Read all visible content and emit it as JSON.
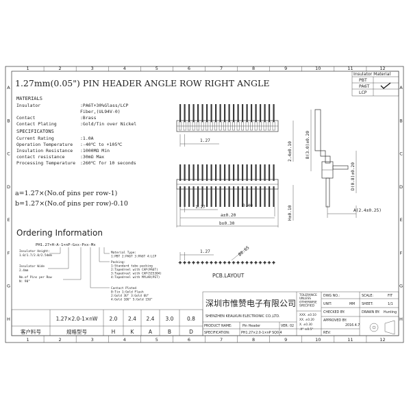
{
  "frame": {
    "col_numbers": [
      "1",
      "2",
      "3",
      "4",
      "5",
      "6",
      "7",
      "8",
      "9",
      "10",
      "11",
      "12"
    ],
    "row_letters": [
      "A",
      "B",
      "C",
      "D",
      "E",
      "F",
      "G",
      "H"
    ]
  },
  "title": "1.27mm(0.05\") PIN HEADER ANGLE ROW RIGHT ANGLE",
  "insulator_table": {
    "header": "Insulator Material",
    "rows": [
      "PBT",
      "PA6T",
      "LCP"
    ],
    "checked": "PA6T"
  },
  "materials": {
    "heading": "MATERIALS",
    "rows": [
      {
        "label": "Insulator",
        "value": ":PA6T+30%Glass/LCP"
      },
      {
        "label": "",
        "value": "Fiber,(UL94V-0)"
      },
      {
        "label": "Contact",
        "value": ":Brass"
      },
      {
        "label": "Contact Plating",
        "value": ":Gold/Tin over Nickel"
      }
    ]
  },
  "specifications": {
    "heading": "SPECIFICATONS",
    "rows": [
      {
        "label": "Current Rating",
        "value": ":1.0A"
      },
      {
        "label": "Operation Temperature",
        "value": ":-40℃ to +105℃"
      },
      {
        "label": "Insulation Resistance",
        "value": ":1000MΩ Min"
      },
      {
        "label": "contact resistance",
        "value": ":30mΩ Max"
      },
      {
        "label": "Processing Temperature",
        "value": ":260℃ for 10 seconds"
      }
    ]
  },
  "formulas": [
    "a=1.27×(No.of pins per row-1)",
    "b=1.27×(No.of pins per row)-0.10"
  ],
  "ordering": {
    "heading": "Ordering Information",
    "code": "PH1.27×H-A-1×nP-Gxx-Pxx-Mx",
    "left_notes": [
      {
        "lines": [
          "Insulator Height:",
          "1.0/1.7/2.0/2.54mm"
        ]
      },
      {
        "lines": [
          "Insulator Wide",
          "2.4mm"
        ]
      },
      {
        "lines": [
          "No.of Pins per Row",
          "N: 90°"
        ]
      }
    ],
    "material_type": [
      "Material Type:",
      "1:PBT 2:PA6T 3:PA6T 4:LCP"
    ],
    "packing": [
      "Packing:",
      "1:Standard tube packing",
      "2:Tapedreel with CAP(PA6T)",
      "3:Tapedreel with CAP(SIS304)",
      "4:Tapedreel with MYLAR(PET)"
    ],
    "contact_plated": [
      "Contact Plated",
      "0:Tin      1:Gold Flash",
      "2:Gold 3U\"  3:Gold 6U\"",
      "4:Gold 10U\"  5:Gold 15U\""
    ]
  },
  "side_view": {
    "dim_pitch": "1.27",
    "dim_height": "2.4±0.10",
    "dim_b": "B(3.0)±0.20",
    "dim_h": "H±0.10",
    "dim_a_pitch": "1.27",
    "dim_gap": "0.40",
    "dim_a": "a±0.20",
    "dim_bb": "b±0.30",
    "dim_d": "D(0.8)±0.20",
    "dim_a_side": "A(2.4±0.25)"
  },
  "pcb": {
    "pitch": "1.27",
    "hole": "Ø0.65",
    "label": "PCB.LAYOUT"
  },
  "title_block": {
    "company_cn": "深圳市惟赞电子有限公司",
    "company_en": "SHENZHEN KEALKUN ELECTRONIC CO.,LTD.",
    "tolerance": [
      "TOLERANCE",
      "UNLESS",
      "OTHERWISE",
      "SPECIFIED"
    ],
    "tolerance_values": [
      "XXX. ±0.10",
      "XX. ±0.20",
      "X. ±0.30",
      ".X°  ±0.5°"
    ],
    "dwg_no_label": "DWG NO.:",
    "scale_label": "SCALE:",
    "scale_value": "FIT",
    "unit_label": "UNIT:",
    "unit_value": "MM",
    "sheet_label": "SHEET:",
    "sheet_value": "1/1",
    "checked_label": "CHECKED BY:",
    "drawn_label": "DRAWN BY:",
    "drawn_value": "Hunting",
    "approved_label": "APPROVED BY:",
    "date_value": "2016.4.7",
    "product_label": "PRODUCT NAME:",
    "product_value": "Pin Header",
    "ver_label": "VER:",
    "ver_value": "02",
    "spec_label": "SPECIFICATION:",
    "spec_value": "PH1.27×2.0-1×nP SQ0.4",
    "rev_label": "REV:"
  },
  "bottom_table": {
    "row1": [
      "",
      "1.27×2.0-1×nW",
      "2.0",
      "2.4",
      "2.4",
      "3.0",
      "0.8"
    ],
    "row2": [
      "客户料号",
      "规格型号",
      "H",
      "K",
      "A",
      "B",
      "D"
    ]
  }
}
